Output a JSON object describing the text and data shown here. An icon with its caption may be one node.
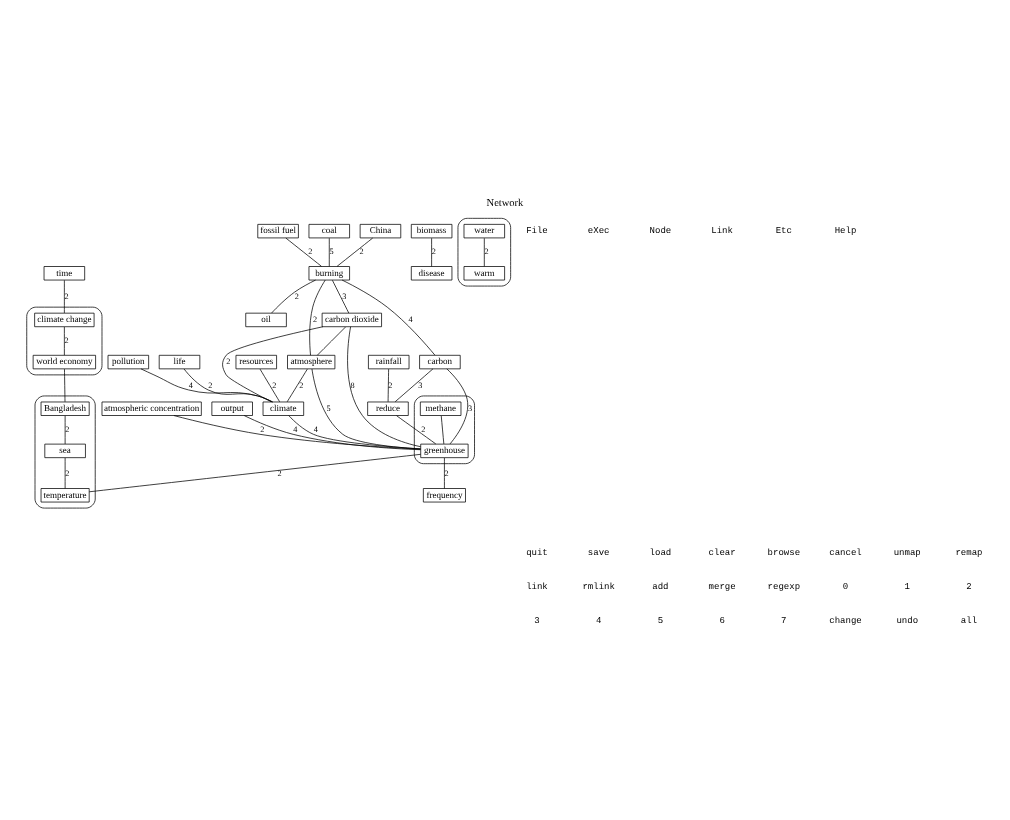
{
  "diagram": {
    "title": "Network",
    "nodes": [
      {
        "text": [
          "fossil fuel"
        ]
      },
      {
        "text": [
          "coal"
        ]
      },
      {
        "text": [
          "China"
        ]
      },
      {
        "text": [
          "burning"
        ]
      },
      {
        "text": [
          "oil"
        ]
      },
      {
        "text": [
          "carbon dioxide"
        ]
      },
      {
        "text": [
          "resources"
        ]
      },
      {
        "text": [
          "atmosphere"
        ]
      },
      {
        "text": [
          "pollution"
        ]
      },
      {
        "text": [
          "life"
        ]
      },
      {
        "text": [
          "climate"
        ]
      },
      {
        "text": [
          "carbon"
        ]
      },
      {
        "text": [
          "rainfall"
        ]
      },
      {
        "text": [
          "reduce"
        ]
      },
      {
        "text": [
          "biomass"
        ]
      },
      {
        "text": [],
        "shape": "ellipse"
      },
      {
        "text": [
          "water"
        ],
        "in": 15
      },
      {
        "text": [
          "disease"
        ]
      },
      {
        "text": [
          "warm"
        ],
        "in": 15
      },
      {
        "text": [
          "time"
        ]
      },
      {
        "text": [
          "atmospheric concentration"
        ]
      },
      {
        "text": [
          "output"
        ]
      },
      {
        "text": [],
        "shape": "ellipse"
      },
      {
        "text": [
          "climate change"
        ],
        "in": 22
      },
      {
        "text": [
          "world economy"
        ],
        "in": 22
      },
      {
        "text": [],
        "shape": "ellipse"
      },
      {
        "text": [
          "Bangladesh"
        ],
        "in": 25
      },
      {
        "text": [
          "sea"
        ],
        "in": 25
      },
      {
        "text": [
          "temperature"
        ],
        "in": 25
      },
      {
        "text": [],
        "shape": "ellipse"
      },
      {
        "text": [
          "greenhouse"
        ],
        "in": 29
      },
      {
        "text": [
          "methane"
        ],
        "in": 29
      },
      {
        "text": [
          "frequency"
        ]
      }
    ],
    "edges": [
      {
        "from": 0,
        "to": 3,
        "arrow": "none",
        "label": "2"
      },
      {
        "from": 1,
        "to": 3,
        "arrow": "none",
        "label": "5"
      },
      {
        "from": 2,
        "to": 3,
        "arrow": "none",
        "label": "2"
      },
      {
        "from": 3,
        "to": 4,
        "arrow": "none",
        "label": "2"
      },
      {
        "from": 3,
        "to": 5,
        "arrow": "none",
        "label": "3"
      },
      {
        "from": 3,
        "to": 7,
        "arrow": "none",
        "label": "2"
      },
      {
        "from": 3,
        "to": 11,
        "arrow": "none",
        "label": "4"
      },
      {
        "from": 5,
        "to": 7,
        "arrow": "none"
      },
      {
        "from": 5,
        "to": 10,
        "arrow": "none",
        "label": "2"
      },
      {
        "from": 7,
        "to": 10,
        "arrow": "none",
        "label": "2"
      },
      {
        "from": 6,
        "to": 10,
        "arrow": "none",
        "label": "2"
      },
      {
        "from": 8,
        "to": 10,
        "arrow": "none",
        "label": "4"
      },
      {
        "from": 9,
        "to": 10,
        "arrow": "none",
        "label": "2"
      },
      {
        "from": 7,
        "to": 30,
        "arrow": "none",
        "label": "5"
      },
      {
        "from": 5,
        "to": 30,
        "arrow": "none",
        "label": "8"
      },
      {
        "from": 10,
        "to": 30,
        "arrow": "none",
        "label": "4"
      },
      {
        "from": 11,
        "to": 13,
        "arrow": "none",
        "label": "3"
      },
      {
        "from": 12,
        "to": 13,
        "arrow": "none",
        "label": "2"
      },
      {
        "from": 11,
        "to": 30,
        "arrow": "none",
        "label": "3"
      },
      {
        "from": 13,
        "to": 30,
        "arrow": "none",
        "label": "2"
      },
      {
        "from": 21,
        "to": 30,
        "arrow": "none",
        "label": "4"
      },
      {
        "from": 20,
        "to": 30,
        "arrow": "none",
        "label": "2"
      },
      {
        "from": 31,
        "to": 30,
        "arrow": "none"
      },
      {
        "from": 14,
        "to": 17,
        "arrow": "none",
        "label": "2"
      },
      {
        "from": 16,
        "to": 18,
        "arrow": "none",
        "label": "2"
      },
      {
        "from": 19,
        "to": 23,
        "arrow": "none",
        "label": "2"
      },
      {
        "from": 23,
        "to": 24,
        "arrow": "none",
        "label": "2"
      },
      {
        "from": 24,
        "to": 26,
        "arrow": "none"
      },
      {
        "from": 26,
        "to": 27,
        "arrow": "none",
        "label": "2"
      },
      {
        "from": 27,
        "to": 28,
        "arrow": "none",
        "label": "2"
      },
      {
        "from": 30,
        "to": 28,
        "arrow": "none",
        "label": "2"
      },
      {
        "from": 30,
        "to": 32,
        "arrow": "none",
        "label": "2"
      }
    ],
    "labels": [
      "File",
      "eXec",
      "Node",
      "Link",
      "Etc",
      "Help",
      "quit",
      "save",
      "load",
      "clear",
      "browse",
      "cancel",
      "unmap",
      "remap",
      "link",
      "rmlink",
      "add",
      "merge",
      "regexp",
      "0",
      "1",
      "2",
      "3",
      "4",
      "5",
      "6",
      "7",
      "change",
      "undo",
      "all"
    ]
  }
}
